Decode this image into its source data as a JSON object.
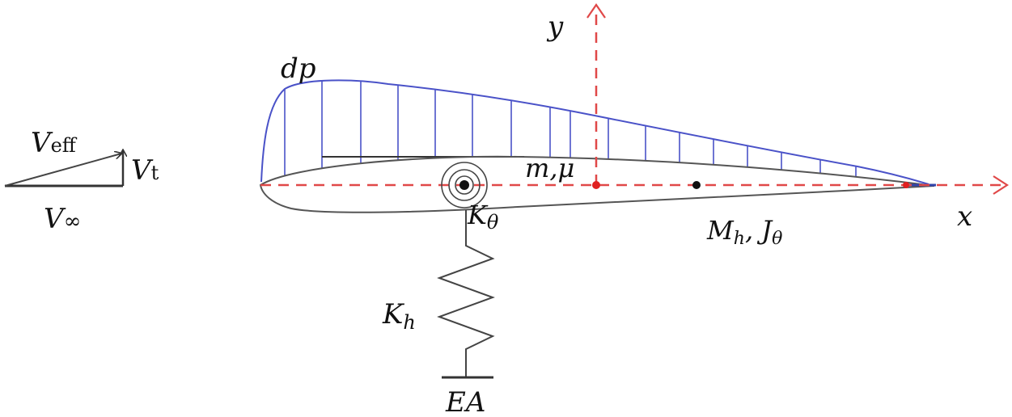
{
  "colors": {
    "pressure": "#4a52c8",
    "axis": "#e04848",
    "structure": "#333333",
    "point": "#e02020"
  },
  "velocity": {
    "v_letter": "V",
    "eff_sub": "eff",
    "t_sub": "t",
    "inf_sub": "∞"
  },
  "labels": {
    "dp": "dp",
    "y_axis": "y",
    "x_axis": "x",
    "mass": "m,μ",
    "k_letter": "K",
    "theta_sub": "θ",
    "h_sub": "h",
    "m_letter": "M",
    "j_letter": "J",
    "mj_sep": ", ",
    "ground": "EA"
  }
}
